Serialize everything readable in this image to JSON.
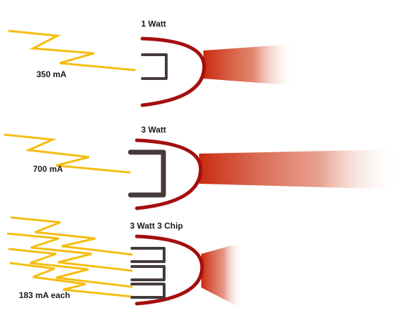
{
  "colors": {
    "bolt": "#f5bd11",
    "dome": "#a50e0e",
    "chip": "#453a3a",
    "beam": "#c92b0f"
  },
  "leds": [
    {
      "title": "1 Watt",
      "current": "350 mA"
    },
    {
      "title": "3 Watt",
      "current": "700 mA"
    },
    {
      "title": "3 Watt 3 Chip",
      "current": "183 mA each"
    }
  ]
}
